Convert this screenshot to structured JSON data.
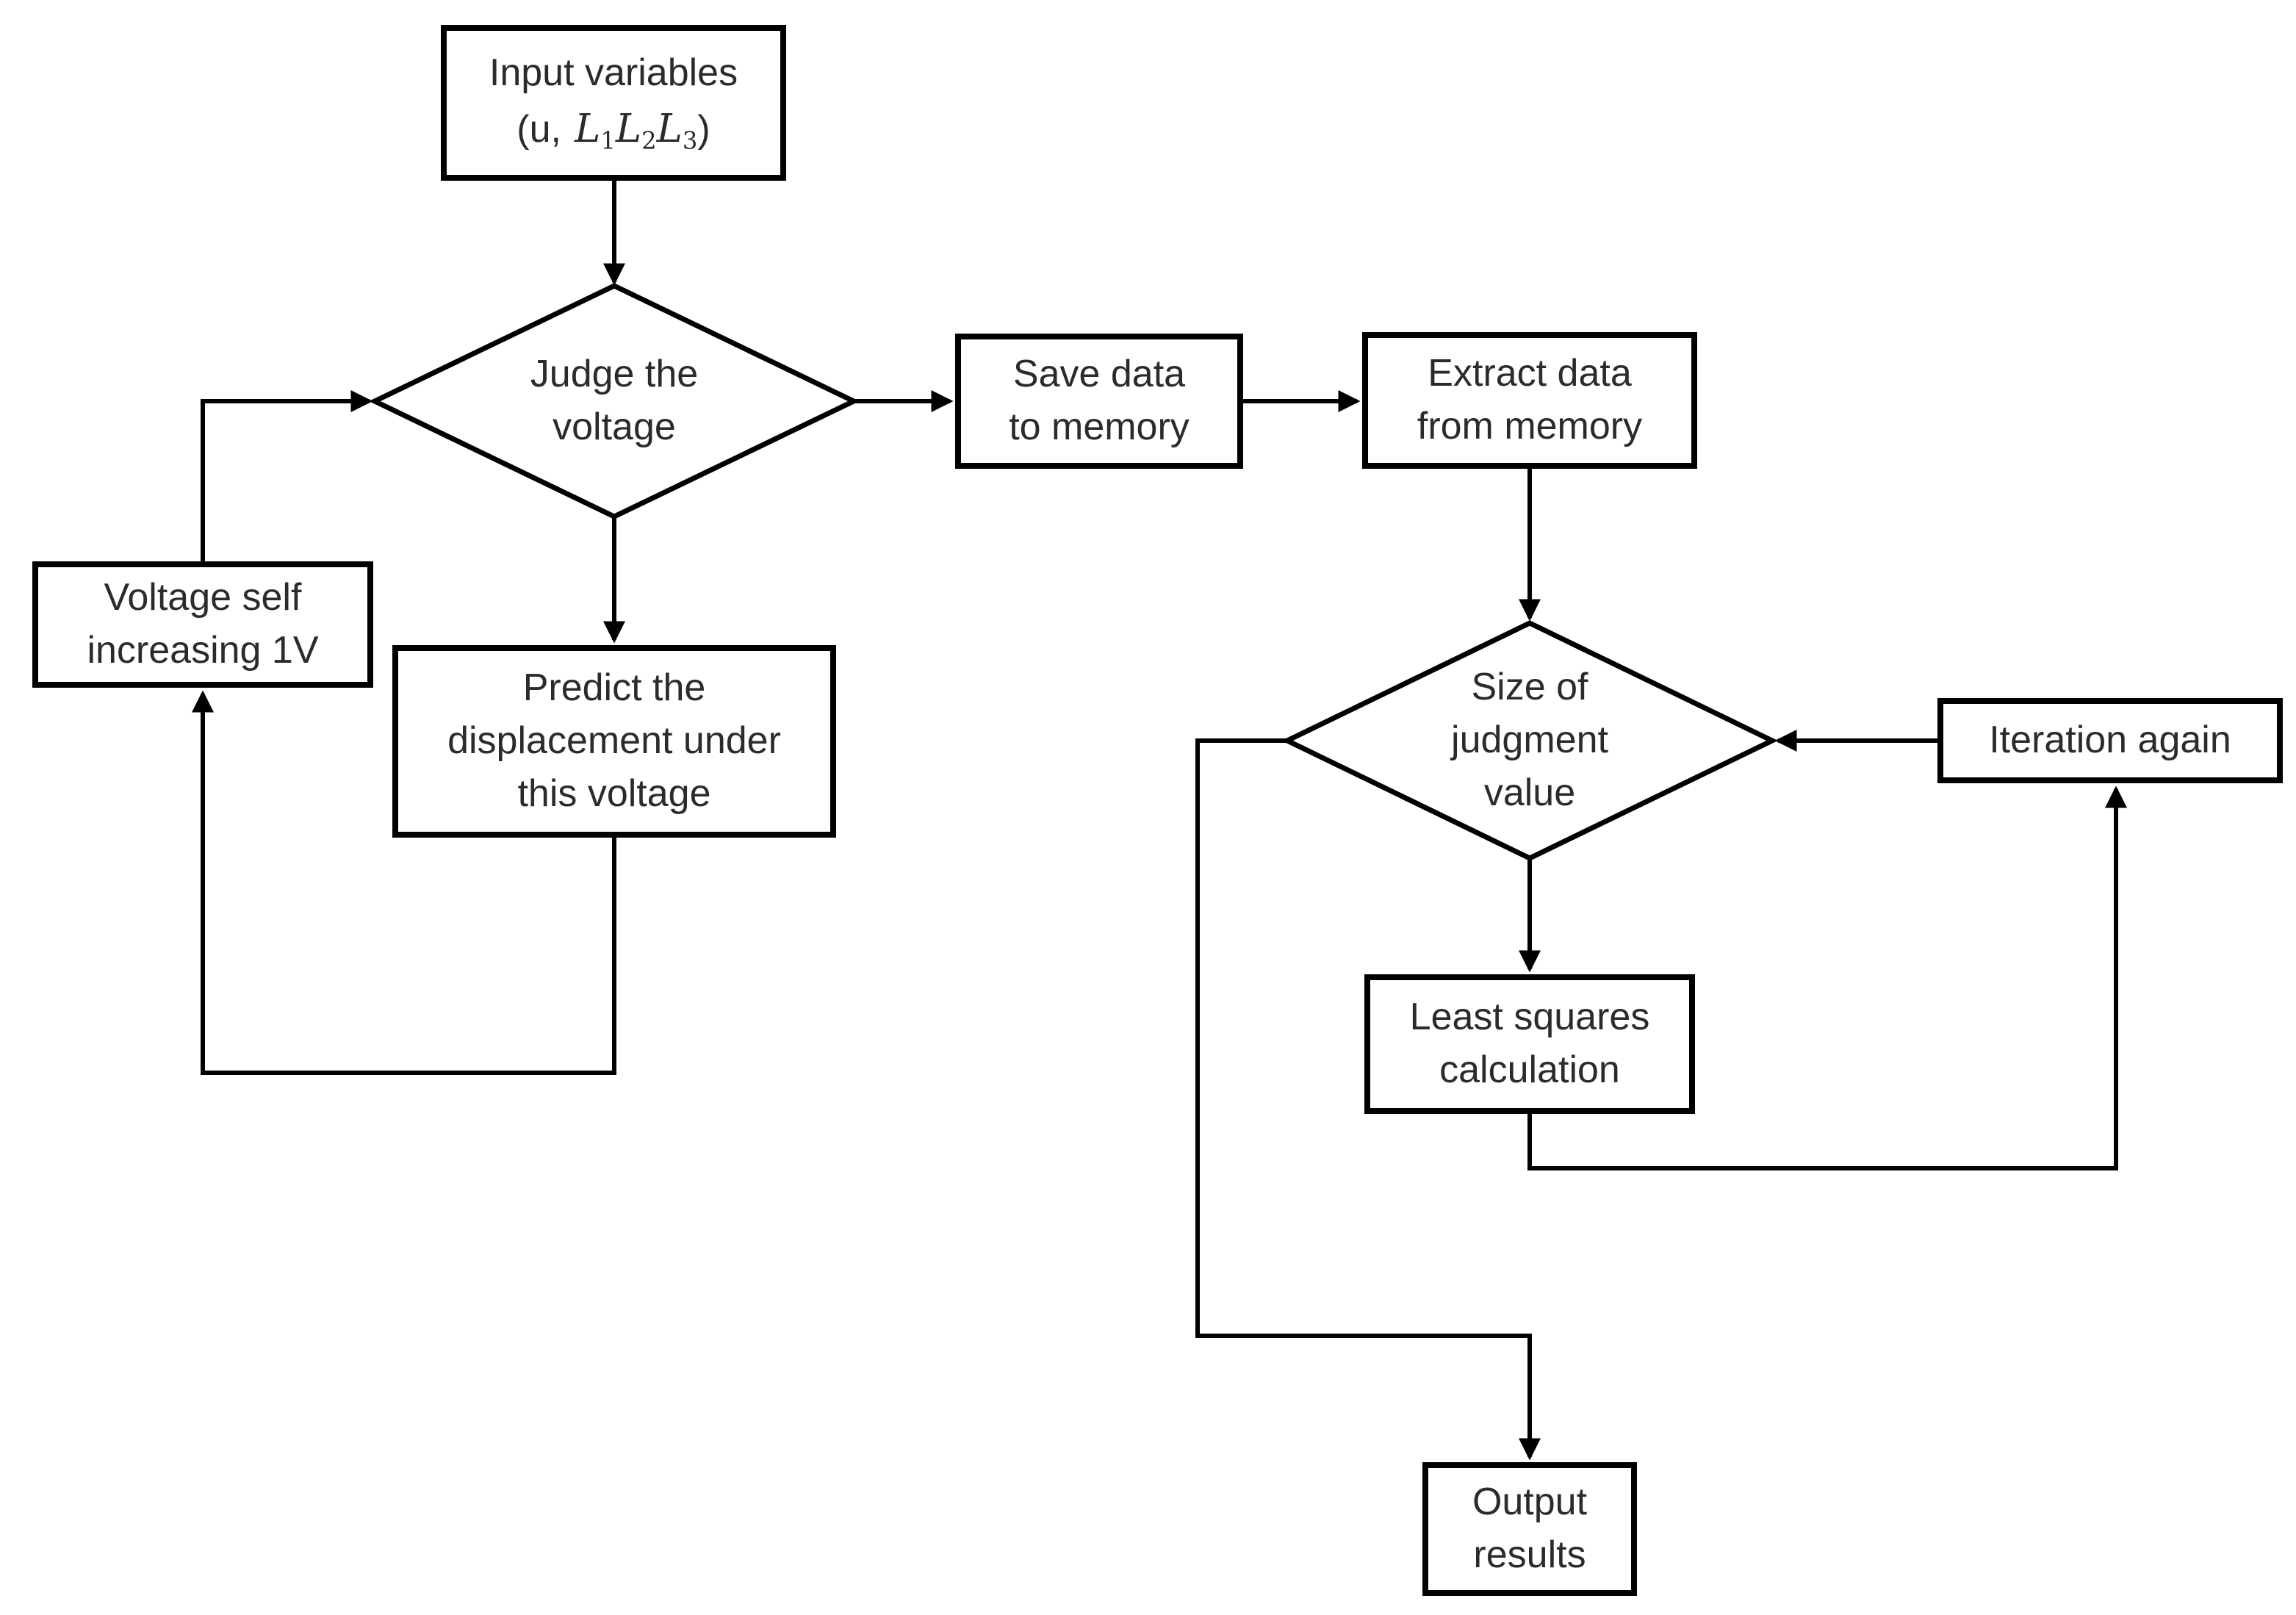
{
  "figure": {
    "type": "flowchart",
    "background": "#ffffff",
    "stroke_color": "#000000",
    "text_color": "#2b2b2b"
  },
  "nodes": {
    "input": {
      "shape": "process",
      "line1": "Input variables",
      "formula": {
        "open": "(u,",
        "vars": [
          {
            "base": "L",
            "sub": "1"
          },
          {
            "base": "L",
            "sub": "2"
          },
          {
            "base": "L",
            "sub": "3"
          }
        ],
        "close": ")"
      }
    },
    "judge": {
      "shape": "decision",
      "label": "Judge the\nvoltage"
    },
    "save": {
      "shape": "process",
      "label": "Save data\nto memory"
    },
    "extract": {
      "shape": "process",
      "label": "Extract data\nfrom memory"
    },
    "size": {
      "shape": "decision",
      "label": "Size of\njudgment\nvalue"
    },
    "iteration": {
      "shape": "process",
      "label": "Iteration again"
    },
    "least": {
      "shape": "process",
      "label": "Least squares\ncalculation"
    },
    "voltage": {
      "shape": "process",
      "label": "Voltage self\nincreasing 1V"
    },
    "predict": {
      "shape": "process",
      "label": "Predict the\ndisplacement under\nthis voltage"
    },
    "output": {
      "shape": "process",
      "label": "Output\nresults"
    }
  },
  "edges": [
    {
      "from": "input",
      "to": "judge"
    },
    {
      "from": "judge",
      "to": "save"
    },
    {
      "from": "save",
      "to": "extract"
    },
    {
      "from": "extract",
      "to": "size"
    },
    {
      "from": "judge",
      "to": "predict"
    },
    {
      "from": "predict",
      "to": "voltage"
    },
    {
      "from": "voltage",
      "to": "judge"
    },
    {
      "from": "size",
      "to": "least"
    },
    {
      "from": "least",
      "to": "iteration"
    },
    {
      "from": "iteration",
      "to": "size"
    },
    {
      "from": "size",
      "to": "output"
    }
  ]
}
